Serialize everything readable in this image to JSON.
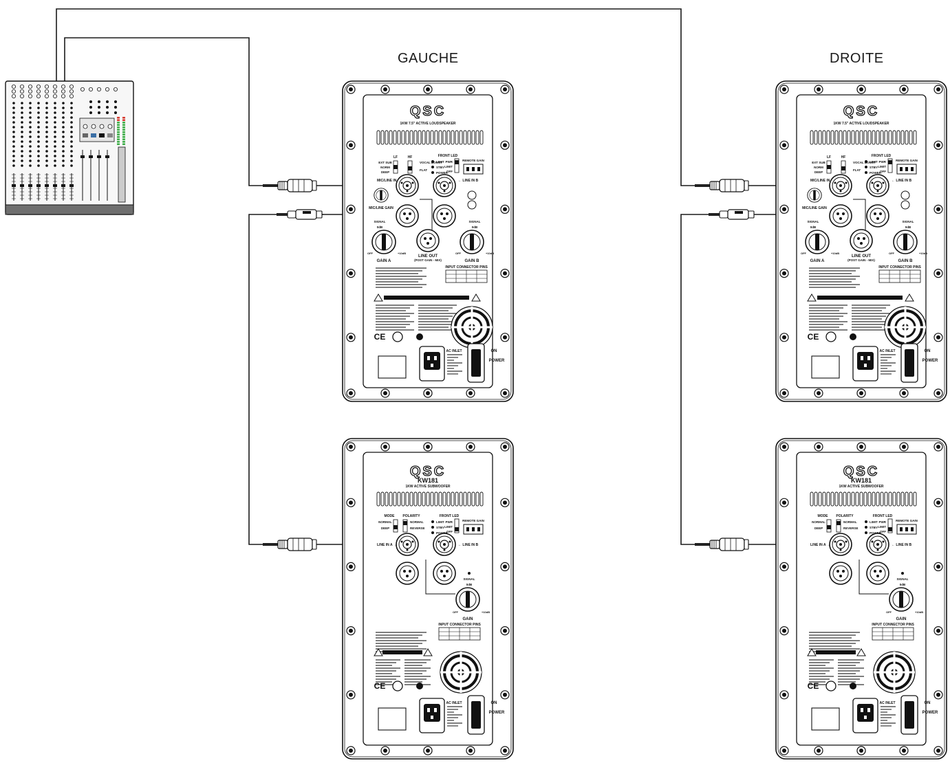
{
  "labels": {
    "left": "GAUCHE",
    "right": "DROITE"
  },
  "top_speaker": {
    "brand": "QSC",
    "model_line": "1KW 7.5\" ACTIVE LOUDSPEAKER",
    "lf": "LF",
    "hf": "HF",
    "front_led": "FRONT LED",
    "ext_sub": "EXT SUB",
    "norm": "NORM",
    "deep": "DEEP",
    "vocal_boost": "VOCAL BOOST",
    "flat": "FLAT",
    "limit": "LIMIT",
    "stby": "STBY",
    "power": "POWER",
    "pwr": "PWR",
    "led_limit": "LIMIT",
    "off": "OFF",
    "remote_gain": "REMOTE GAIN",
    "mic_line_in_a": "MIC/LINE IN A",
    "line_in_b": "LINE IN B",
    "mic_line_gain": "MIC/LINE GAIN",
    "signal": "SIGNAL",
    "zero_db": "0dB",
    "gain_a": "GAIN A",
    "gain_b": "GAIN B",
    "line_out": "LINE OUT",
    "line_out_sub": "(POST GAIN - MIX)",
    "off_knob": "OFF",
    "plus10": "+10dB",
    "input_pins": "INPUT CONNECTOR PINS",
    "ac_inlet": "AC INLET",
    "on": "ON",
    "power_switch": "POWER"
  },
  "sub_speaker": {
    "brand": "QSC",
    "model": "KW181",
    "model_line": "1KW ACTIVE SUBWOOFER",
    "mode": "MODE",
    "polarity": "POLARITY",
    "front_led": "FRONT LED",
    "normal": "NORMAL",
    "deep": "DEEP",
    "pol_normal": "NORMAL",
    "reverse": "REVERSE",
    "limit": "LIMIT",
    "stby": "STBY",
    "power": "POWER",
    "pwr": "PWR",
    "led_limit": "LIMIT",
    "off": "OFF",
    "remote_gain": "REMOTE GAIN",
    "line_in_a": "LINE IN A",
    "line_in_b": "LINE IN B",
    "signal": "SIGNAL",
    "zero_db": "0dB",
    "gain": "GAIN",
    "off_knob": "OFF",
    "plus10": "+10dB",
    "input_pins": "INPUT CONNECTOR PINS",
    "ac_inlet": "AC INLET",
    "on": "ON",
    "power_switch": "POWER"
  },
  "colors": {
    "line": "#1a1a1a",
    "panel_fill": "#ffffff",
    "meter_green": "#3fae49",
    "meter_red": "#d63a2f"
  }
}
